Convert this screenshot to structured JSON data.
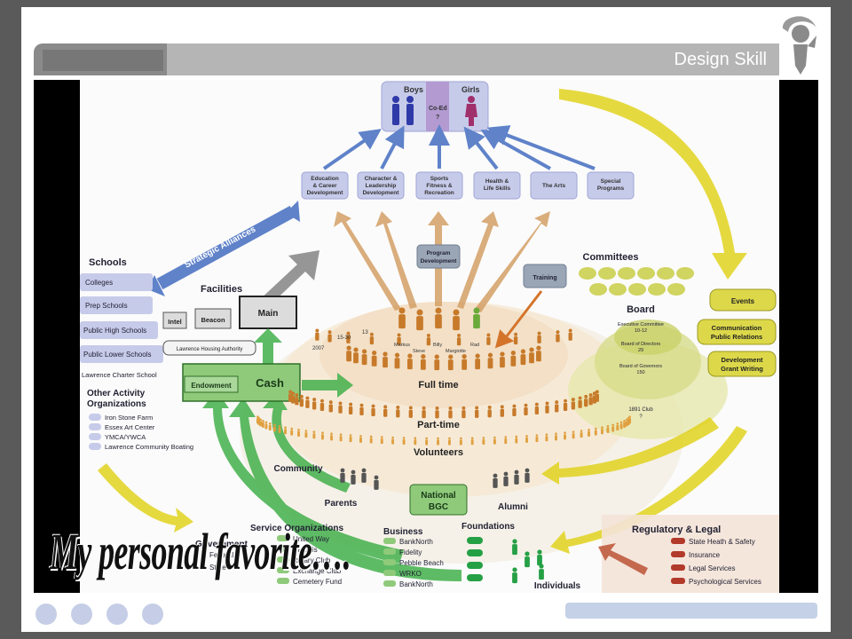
{
  "slide": {
    "title": "Design Skill",
    "caption": "My personal favorite…."
  },
  "colors": {
    "people_orange": "#c77a2a",
    "arrow_blue": "#5f82c9",
    "arrow_green": "#43b04b",
    "arrow_yellow": "#e0d21e",
    "arrow_tan": "#d4a066",
    "box_lavender": "#c7cbea",
    "box_green": "#8fca7a",
    "box_yellow": "#dcd84a",
    "red_item": "#b23a2a"
  },
  "diagram": {
    "top": {
      "boys": "Boys",
      "girls": "Girls",
      "coed_line1": "Co-Ed",
      "coed_line2": "?"
    },
    "programs": [
      {
        "line1": "Education",
        "line2": "& Career",
        "line3": "Development"
      },
      {
        "line1": "Character &",
        "line2": "Leadership",
        "line3": "Development"
      },
      {
        "line1": "Sports",
        "line2": "Fitness &",
        "line3": "Recreation"
      },
      {
        "line1": "Health &",
        "line2": "Life Skills",
        "line3": ""
      },
      {
        "line1": "The Arts",
        "line2": "",
        "line3": ""
      },
      {
        "line1": "Special",
        "line2": "Programs",
        "line3": ""
      }
    ],
    "program_development": {
      "line1": "Program",
      "line2": "Development"
    },
    "training": "Training",
    "strategic_alliances": "Strategic Alliances",
    "schools": {
      "title": "Schools",
      "items": [
        "Colleges",
        "Prep Schools",
        "Public High Schools",
        "Public Lower Schools"
      ],
      "charter": "Lawrence Charter School"
    },
    "facilities": {
      "title": "Facilities",
      "intel": "Intel",
      "beacon": "Beacon",
      "main": "Main",
      "housing": "Lawrence Housing Authority"
    },
    "cash": {
      "endowment": "Endowment",
      "cash": "Cash"
    },
    "other_orgs": {
      "title_line1": "Other Activity",
      "title_line2": "Organizations",
      "items": [
        "Iron Stone Farm",
        "Essex Art Center",
        "YMCA/YWCA",
        "Lawrence Community Boating"
      ]
    },
    "staff": {
      "year": "2007",
      "years_range": "15-30",
      "count": "13",
      "names": [
        "Markus",
        "Steve",
        "Billy",
        "Margiotte",
        "Rad"
      ],
      "full_time": "Full time",
      "part_time": "Part-time",
      "volunteers": "Volunteers"
    },
    "committees": "Committees",
    "board": {
      "title": "Board",
      "exec_line1": "Executive Committee",
      "exec_line2": "10-12",
      "directors_line1": "Board of Directors",
      "directors_line2": "29",
      "governors_line1": "Board of Governors",
      "governors_line2": "150",
      "club_line1": "1891 Club",
      "club_line2": "?"
    },
    "right_boxes": [
      {
        "line1": "Events",
        "line2": ""
      },
      {
        "line1": "Communication",
        "line2": "Public Relations"
      },
      {
        "line1": "Development",
        "line2": "Grant Writing"
      }
    ],
    "community": {
      "community": "Community",
      "parents": "Parents",
      "national_line1": "National",
      "national_line2": "BGC",
      "alumni": "Alumni"
    },
    "service_orgs": {
      "title": "Service Organizations",
      "items": [
        "United Way",
        "Kiwanis",
        "Rotary Club",
        "Exchange Club",
        "Cemetery Fund"
      ]
    },
    "government": {
      "title": "Government",
      "items": [
        "Federal",
        "State"
      ]
    },
    "business": {
      "title": "Business",
      "items": [
        "BankNorth",
        "Fidelity",
        "Pebble Beach",
        "WRKO",
        "BankNorth"
      ]
    },
    "foundations": "Foundations",
    "individuals": "Individuals",
    "regulatory": {
      "title": "Regulatory & Legal",
      "items": [
        "State Heath & Safety",
        "Insurance",
        "Legal Services",
        "Psychological Services"
      ]
    }
  }
}
